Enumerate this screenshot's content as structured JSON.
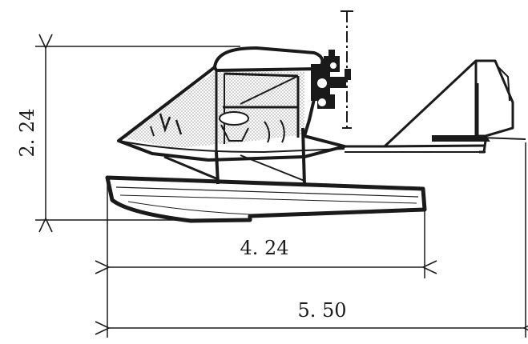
{
  "dimensions": {
    "height": "2. 24",
    "float_length": "4. 24",
    "overall_length": "5. 50"
  },
  "colors": {
    "ink": "#1a1a1a",
    "paper": "#ffffff",
    "hatch": "#8a8a8a"
  }
}
